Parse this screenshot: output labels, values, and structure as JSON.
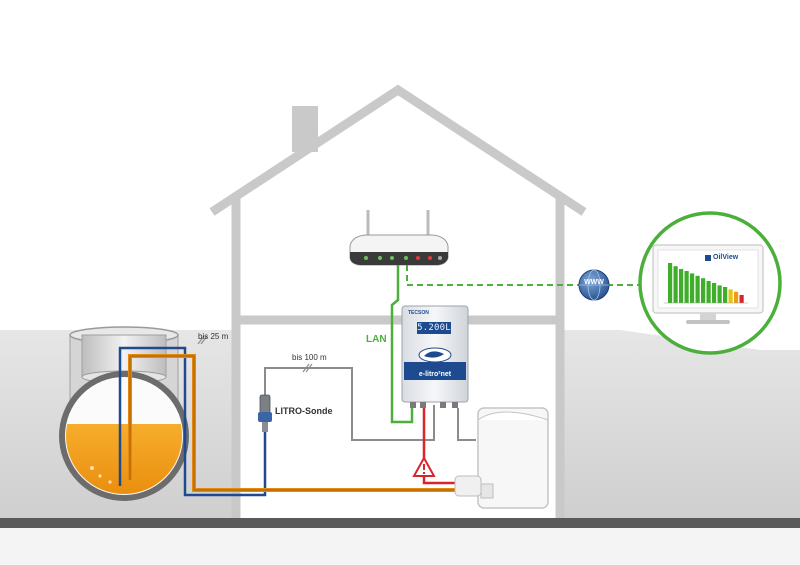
{
  "labels": {
    "bis_25": "bis 25 m",
    "bis_100": "bis 100 m",
    "sonde": "LITRO-Sonde",
    "lan": "LAN",
    "display": "5.200L",
    "brand": "TECSON",
    "device_name": "e-litro²net",
    "www": "WWW",
    "app": "OilView"
  },
  "colors": {
    "wall": "#cccccc",
    "ground": "#dcdcdc",
    "floor": "#555555",
    "oil": "#f39a13",
    "lan": "#4caf3c",
    "probe_cable": "#1e4b8f",
    "power": "#d9242a",
    "oil_line": "#e58a0e",
    "device_blue": "#1e4b8f"
  },
  "chart_bars": [
    {
      "value": 1.0,
      "color": "#3fae2a"
    },
    {
      "value": 0.92,
      "color": "#3fae2a"
    },
    {
      "value": 0.85,
      "color": "#3fae2a"
    },
    {
      "value": 0.8,
      "color": "#3fae2a"
    },
    {
      "value": 0.74,
      "color": "#3fae2a"
    },
    {
      "value": 0.68,
      "color": "#3fae2a"
    },
    {
      "value": 0.62,
      "color": "#3fae2a"
    },
    {
      "value": 0.55,
      "color": "#3fae2a"
    },
    {
      "value": 0.5,
      "color": "#3fae2a"
    },
    {
      "value": 0.44,
      "color": "#3fae2a"
    },
    {
      "value": 0.4,
      "color": "#3fae2a"
    },
    {
      "value": 0.34,
      "color": "#e8c21a"
    },
    {
      "value": 0.28,
      "color": "#f39a13"
    },
    {
      "value": 0.2,
      "color": "#d9242a"
    }
  ]
}
